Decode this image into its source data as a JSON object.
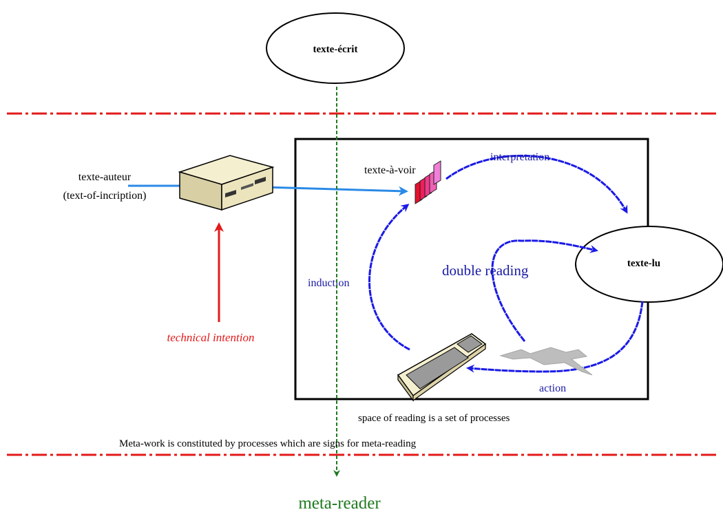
{
  "nodes": {
    "texte_ecrit": "texte-écrit",
    "texte_lu": "texte-lu",
    "texte_auteur_line1": "texte-auteur",
    "texte_auteur_line2": "(text-of-incription)",
    "texte_a_voir": "texte-à-voir"
  },
  "edges": {
    "interpretation": "interpretation",
    "induction": "induction",
    "double_reading": "double reading",
    "action": "action"
  },
  "annotations": {
    "technical_intention": "technical intention",
    "space_caption": "space of reading is a set of processes",
    "metawork_caption": "Meta-work is constituted by processes which are signs for meta-reading",
    "meta_reader": "meta-reader"
  },
  "colors": {
    "boundary_red": "#e31919",
    "intention_red": "#e31919",
    "process_blue": "#1a1ae6",
    "meta_green": "#1f7a1f",
    "edge_blue_text": "#1a1aa6",
    "input_blue": "#2a8ae6"
  },
  "icons": [
    "computer-tower-icon",
    "keyboard-icon",
    "pages-stack-icon",
    "gray-smudge-icon"
  ]
}
